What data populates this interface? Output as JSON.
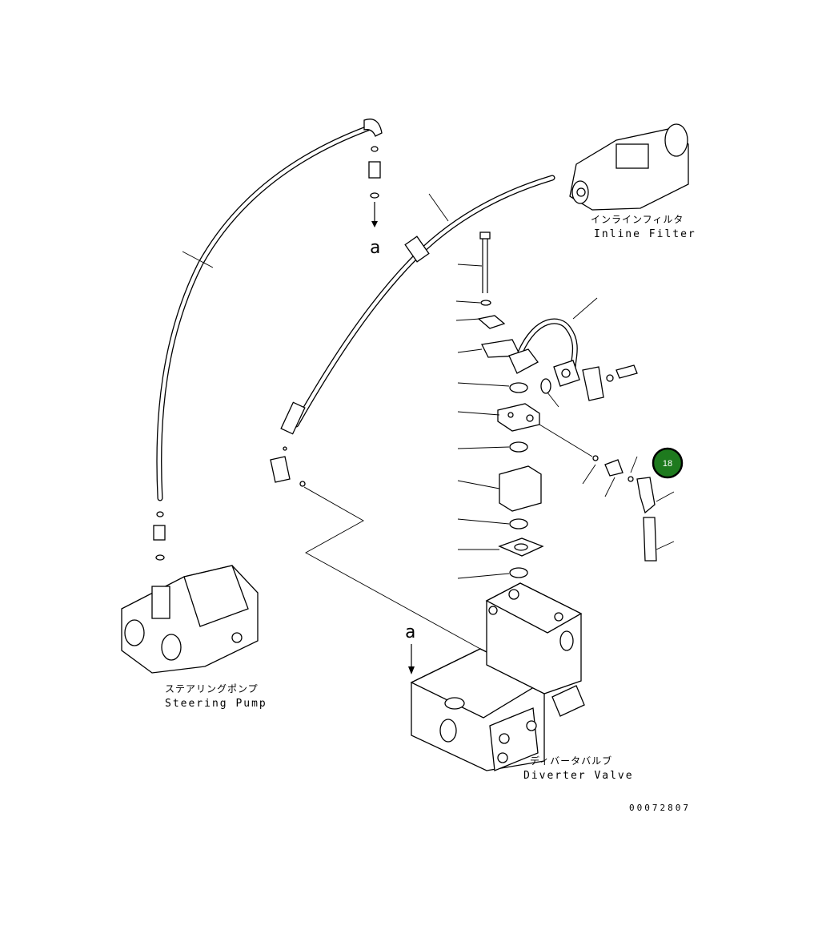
{
  "labels": {
    "inline_filter_jp": "インラインフィルタ",
    "inline_filter_en": "Inline Filter",
    "steering_pump_jp": "ステアリングポンプ",
    "steering_pump_en": "Steering Pump",
    "diverter_valve_jp": "ディバータバルブ",
    "diverter_valve_en": "Diverter Valve",
    "arrow_top": "a",
    "arrow_bottom": "a",
    "drawing_number": "00072807"
  },
  "callout": {
    "number": "18",
    "color": "#1e7a1e"
  }
}
